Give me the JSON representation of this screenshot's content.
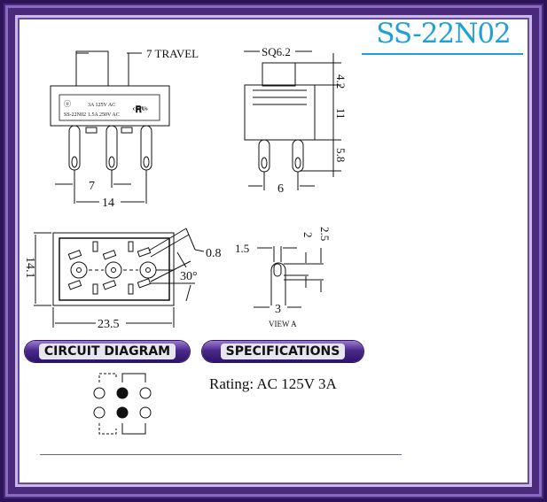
{
  "title": "SS-22N02",
  "front_view": {
    "travel": "7 TRAVEL",
    "label_rating1": "3A 125V AC",
    "label_model": "SS-22N02",
    "label_rating2": "1.5A 250V AC",
    "pin_pitch": "7",
    "pin_span": "14"
  },
  "side_view": {
    "plunger": "SQ6.2",
    "plunger_height": "4.2",
    "body_height": "11",
    "pin_length": "5.8",
    "pin_pitch": "6"
  },
  "bottom_view": {
    "height": "14.1",
    "width": "23.5",
    "slot": "0.8",
    "angle": "30°"
  },
  "view_a": {
    "hole": "1.5",
    "hole_offset": "2",
    "hole_span": "2.5",
    "width": "3",
    "caption": "VIEW A"
  },
  "sections": {
    "circuit": "CIRCUIT DIAGRAM",
    "specs": "SPECIFICATIONS"
  },
  "specs": {
    "rating": "Rating: AC 125V 3A"
  },
  "colors": {
    "frame": "#4a2a7a",
    "title": "#1fa0d8"
  }
}
